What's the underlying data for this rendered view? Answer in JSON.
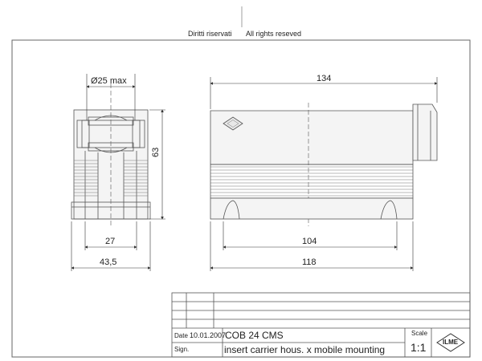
{
  "header": {
    "rights_it": "Diritti riservati",
    "rights_en": "All rights reseved"
  },
  "front_view": {
    "dim_diameter": "Ø25 max",
    "dim_height": "63",
    "dim_inner_width": "27",
    "dim_outer_width": "43,5"
  },
  "side_view": {
    "dim_total_length": "134",
    "dim_base_inner": "104",
    "dim_base_outer": "118"
  },
  "title_block": {
    "date_label": "Date",
    "date_value": "10.01.2007",
    "sign_label": "Sign.",
    "product_code": "COB 24 CMS",
    "description": "insert carrier hous. x mobile mounting",
    "scale_label": "Scale",
    "scale_value": "1:1",
    "logo_text": "ILME"
  },
  "colors": {
    "line": "#555555",
    "hatch": "#c8c8c8",
    "body_fill": "#f2f2f2"
  }
}
